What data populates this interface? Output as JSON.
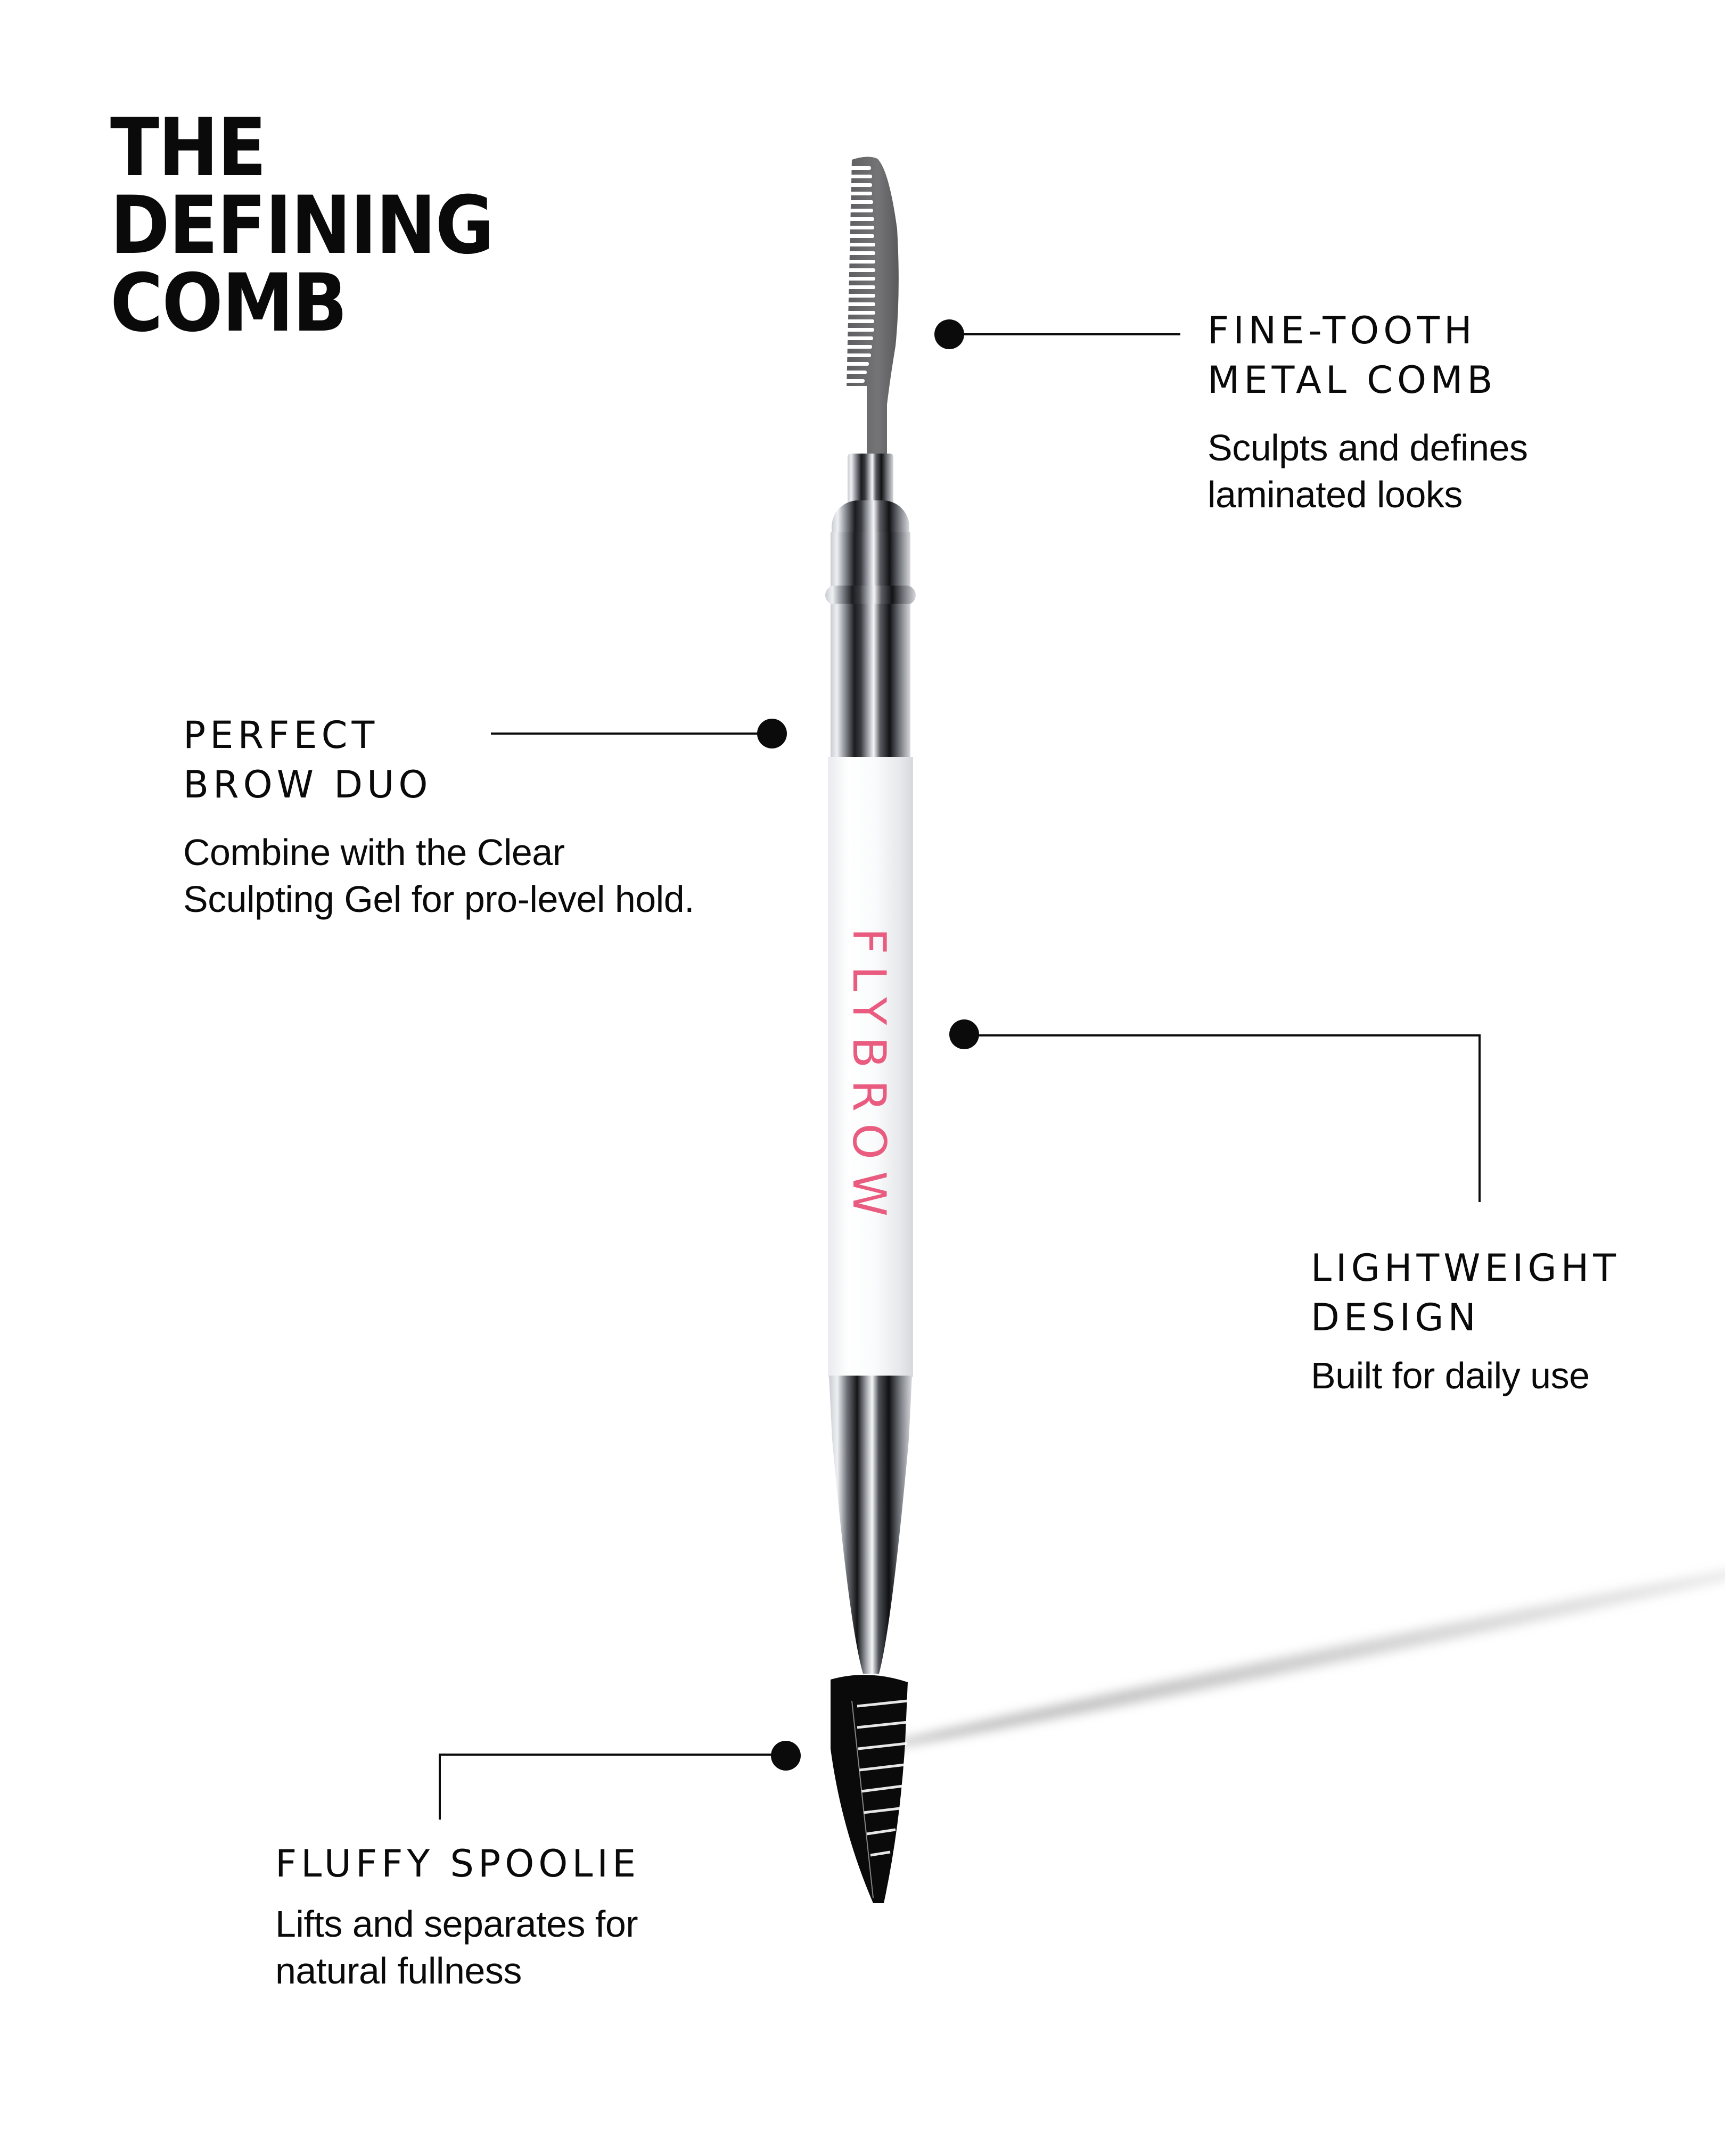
{
  "title": {
    "lines": [
      "THE",
      "DEFINING",
      "COMB"
    ]
  },
  "product": {
    "brand_label": "FLYBROW",
    "brand_color": "#E95C7F"
  },
  "callouts": [
    {
      "id": "fine-tooth",
      "heading": [
        "FINE-TOOTH",
        "METAL COMB"
      ],
      "body": [
        "Sculpts and defines",
        "laminated looks"
      ]
    },
    {
      "id": "perfect-brow-duo",
      "heading": [
        "PERFECT",
        "BROW DUO"
      ],
      "body": [
        "Combine with the Clear",
        "Sculpting Gel for pro-level hold."
      ]
    },
    {
      "id": "lightweight",
      "heading": [
        "LIGHTWEIGHT",
        "DESIGN"
      ],
      "body": [
        "Built for daily use"
      ]
    },
    {
      "id": "spoolie",
      "heading": [
        "FLUFFY SPOOLIE"
      ],
      "body": [
        "Lifts and separates for",
        "natural fullness"
      ]
    }
  ],
  "colors": {
    "background": "#FFFFFF",
    "text": "#0A0A0A",
    "accent": "#E95C7F"
  }
}
